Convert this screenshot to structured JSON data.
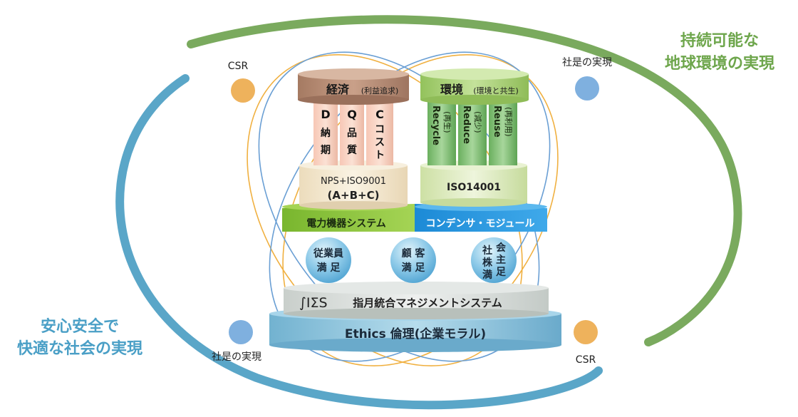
{
  "goals": {
    "right_line1": "持続可能な",
    "right_line2": "地球環境の実現",
    "left_line1": "安心安全で",
    "left_line2": "快適な社会の実現"
  },
  "nodes": {
    "csr_top": "CSR",
    "motto_top": "社是の実現",
    "motto_bottom": "社是の実現",
    "csr_bottom": "CSR"
  },
  "economy": {
    "title": "経済",
    "sub": "(利益追求)",
    "pillars": [
      {
        "letter": "D",
        "word": [
          "納",
          "期"
        ]
      },
      {
        "letter": "Q",
        "word": [
          "品",
          "質"
        ]
      },
      {
        "letter": "C",
        "word": [
          "コ",
          "ス",
          "ト"
        ]
      }
    ],
    "base_line1": "NPS+ISO9001",
    "base_line2": "(A+B+C)"
  },
  "environment": {
    "title": "環境",
    "sub": "(環境と共生)",
    "pillars": [
      {
        "word": "Recycle",
        "sub": "(再生)"
      },
      {
        "word": "Reduce",
        "sub": "(減少)"
      },
      {
        "word": "Reuse",
        "sub": "(再利用)"
      }
    ],
    "base": "ISO14001"
  },
  "divisions": {
    "left": "電力機器システム",
    "right": "コンデンサ・モジュール"
  },
  "satisfaction": {
    "employee": [
      "従業員",
      "満 足"
    ],
    "customer": [
      "顧 客",
      "満 足"
    ],
    "shareholder_cols": [
      [
        "会",
        "主",
        "足"
      ],
      [
        "社",
        "株",
        "満"
      ]
    ]
  },
  "platform": {
    "symbol": "∫IΣS",
    "label": "指月統合マネジメントシステム"
  },
  "ethics": {
    "label": "Ethics 倫理(企業モラル)"
  },
  "colors": {
    "green_ring": "#7aaa5e",
    "blue_ring": "#5aa6c8",
    "orange_line": "#f0b040",
    "blue_line": "#6a9fd4",
    "orange_node": "#eeb25c",
    "blue_node": "#7fb0df",
    "goal_text_green": "#6ea64c",
    "goal_text_blue": "#4a9fc6",
    "economy_cap": "#b98e74",
    "economy_pillar": "#f3d0c0",
    "environment_cap": "#a6d070",
    "environment_pillar": "#84c17a",
    "base_cream": "#f3ead4",
    "base_green": "#ddebc0",
    "division_left": "#8cc43e",
    "division_right": "#1e93dd",
    "platform": "#d7dcd8",
    "ethics": "#8ec4dc"
  }
}
